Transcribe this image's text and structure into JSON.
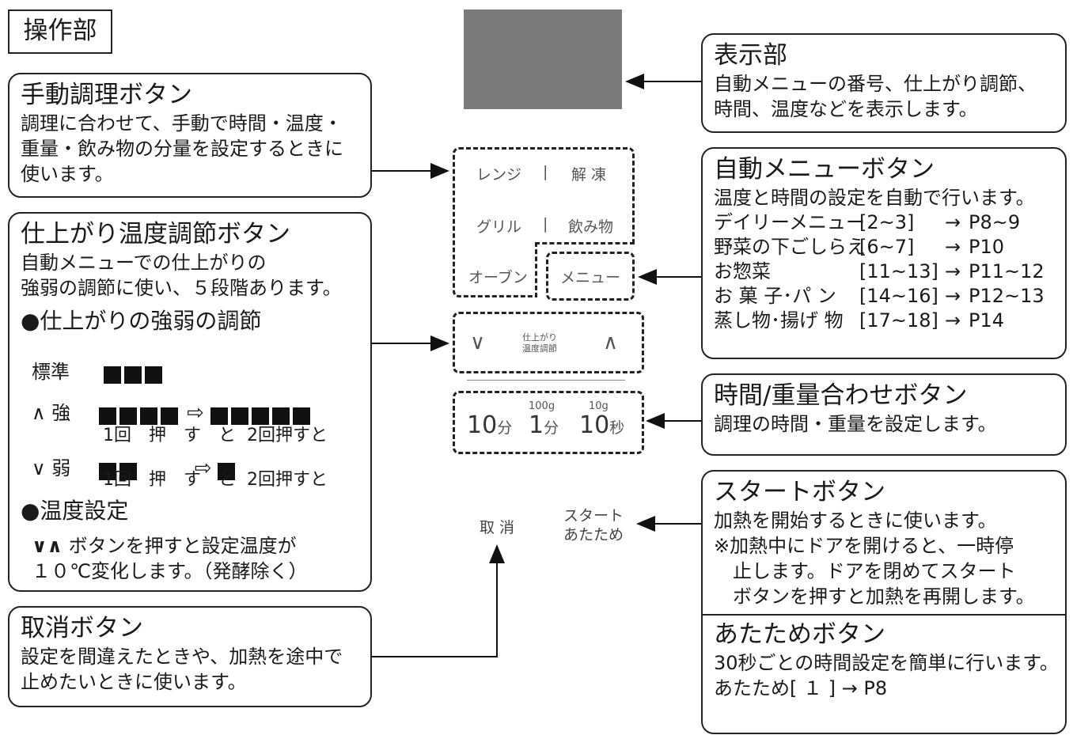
{
  "section_label": "操作部",
  "display_box": {
    "title": "表示部",
    "body": [
      "自動メニューの番号、仕上がり調節、",
      "時間、温度などを表示します。"
    ]
  },
  "manual_box": {
    "title": "手動調理ボタン",
    "body": [
      "調理に合わせて、手動で時間・温度・",
      "重量・飲み物の分量を設定するときに",
      "使います。"
    ]
  },
  "finish_box": {
    "title": "仕上がり温度調節ボタン",
    "body": [
      "自動メニューでの仕上がりの",
      "強弱の調節に使い、５段階あります。"
    ],
    "sub1": "●仕上がりの強弱の調節",
    "standard": "標準",
    "strong": "強",
    "weak": "弱",
    "once": "1回　押　す　と",
    "twice": "2回押すと",
    "sub2": "●温度設定",
    "temp_line1": "ボタンを押すと設定温度が",
    "temp_line2": "１０℃変化します。（発酵除く）"
  },
  "cancel_box": {
    "title": "取消ボタン",
    "body": [
      "設定を間違えたときや、加熱を途中で",
      "止めたいときに使います。"
    ]
  },
  "auto_box": {
    "title": "自動メニューボタン",
    "body": "温度と時間の設定を自動で行います。",
    "rows": [
      {
        "name": "デイリーメニュー",
        "range": "[2~3]",
        "page": "P8~9"
      },
      {
        "name": "野菜の下ごしらえ",
        "range": "[6~7]",
        "page": "P10"
      },
      {
        "name": "お惣菜",
        "range": "[11~13]",
        "page": "P11~12"
      },
      {
        "name": "お 菓 子･パ ン",
        "range": "[14~16]",
        "page": "P12~13"
      },
      {
        "name": "蒸し物･揚げ 物",
        "range": "[17~18]",
        "page": "P14"
      }
    ]
  },
  "time_box": {
    "title": "時間/重量合わせボタン",
    "body": "調理の時間・重量を設定します。"
  },
  "start_box": {
    "title": "スタートボタン",
    "body": [
      "加熱を開始するときに使います。",
      "※加熱中にドアを開けると、一時停",
      "　止します。ドアを閉めてスタート",
      "　ボタンを押すと加熱を再開します。"
    ],
    "title2": "あたためボタン",
    "body2": [
      "30秒ごとの時間設定を簡単に行います。",
      "あたため[ １ ] → P8"
    ]
  },
  "panel": {
    "range": "レンジ",
    "defrost": "解 凍",
    "grill": "グリル",
    "drink": "飲み物",
    "oven": "オーブン",
    "menu": "メニュー",
    "finish_label": [
      "仕上がり",
      "温度調節"
    ],
    "down": "∨",
    "up": "∧",
    "ten_min": "10",
    "ten_min_unit": "分",
    "one_min": "1",
    "one_min_unit": "分",
    "one_min_top": "100g",
    "ten_sec": "10",
    "ten_sec_unit": "秒",
    "ten_sec_top": "10g",
    "cancel": "取 消",
    "start": "スタート",
    "warm": "あたため"
  }
}
